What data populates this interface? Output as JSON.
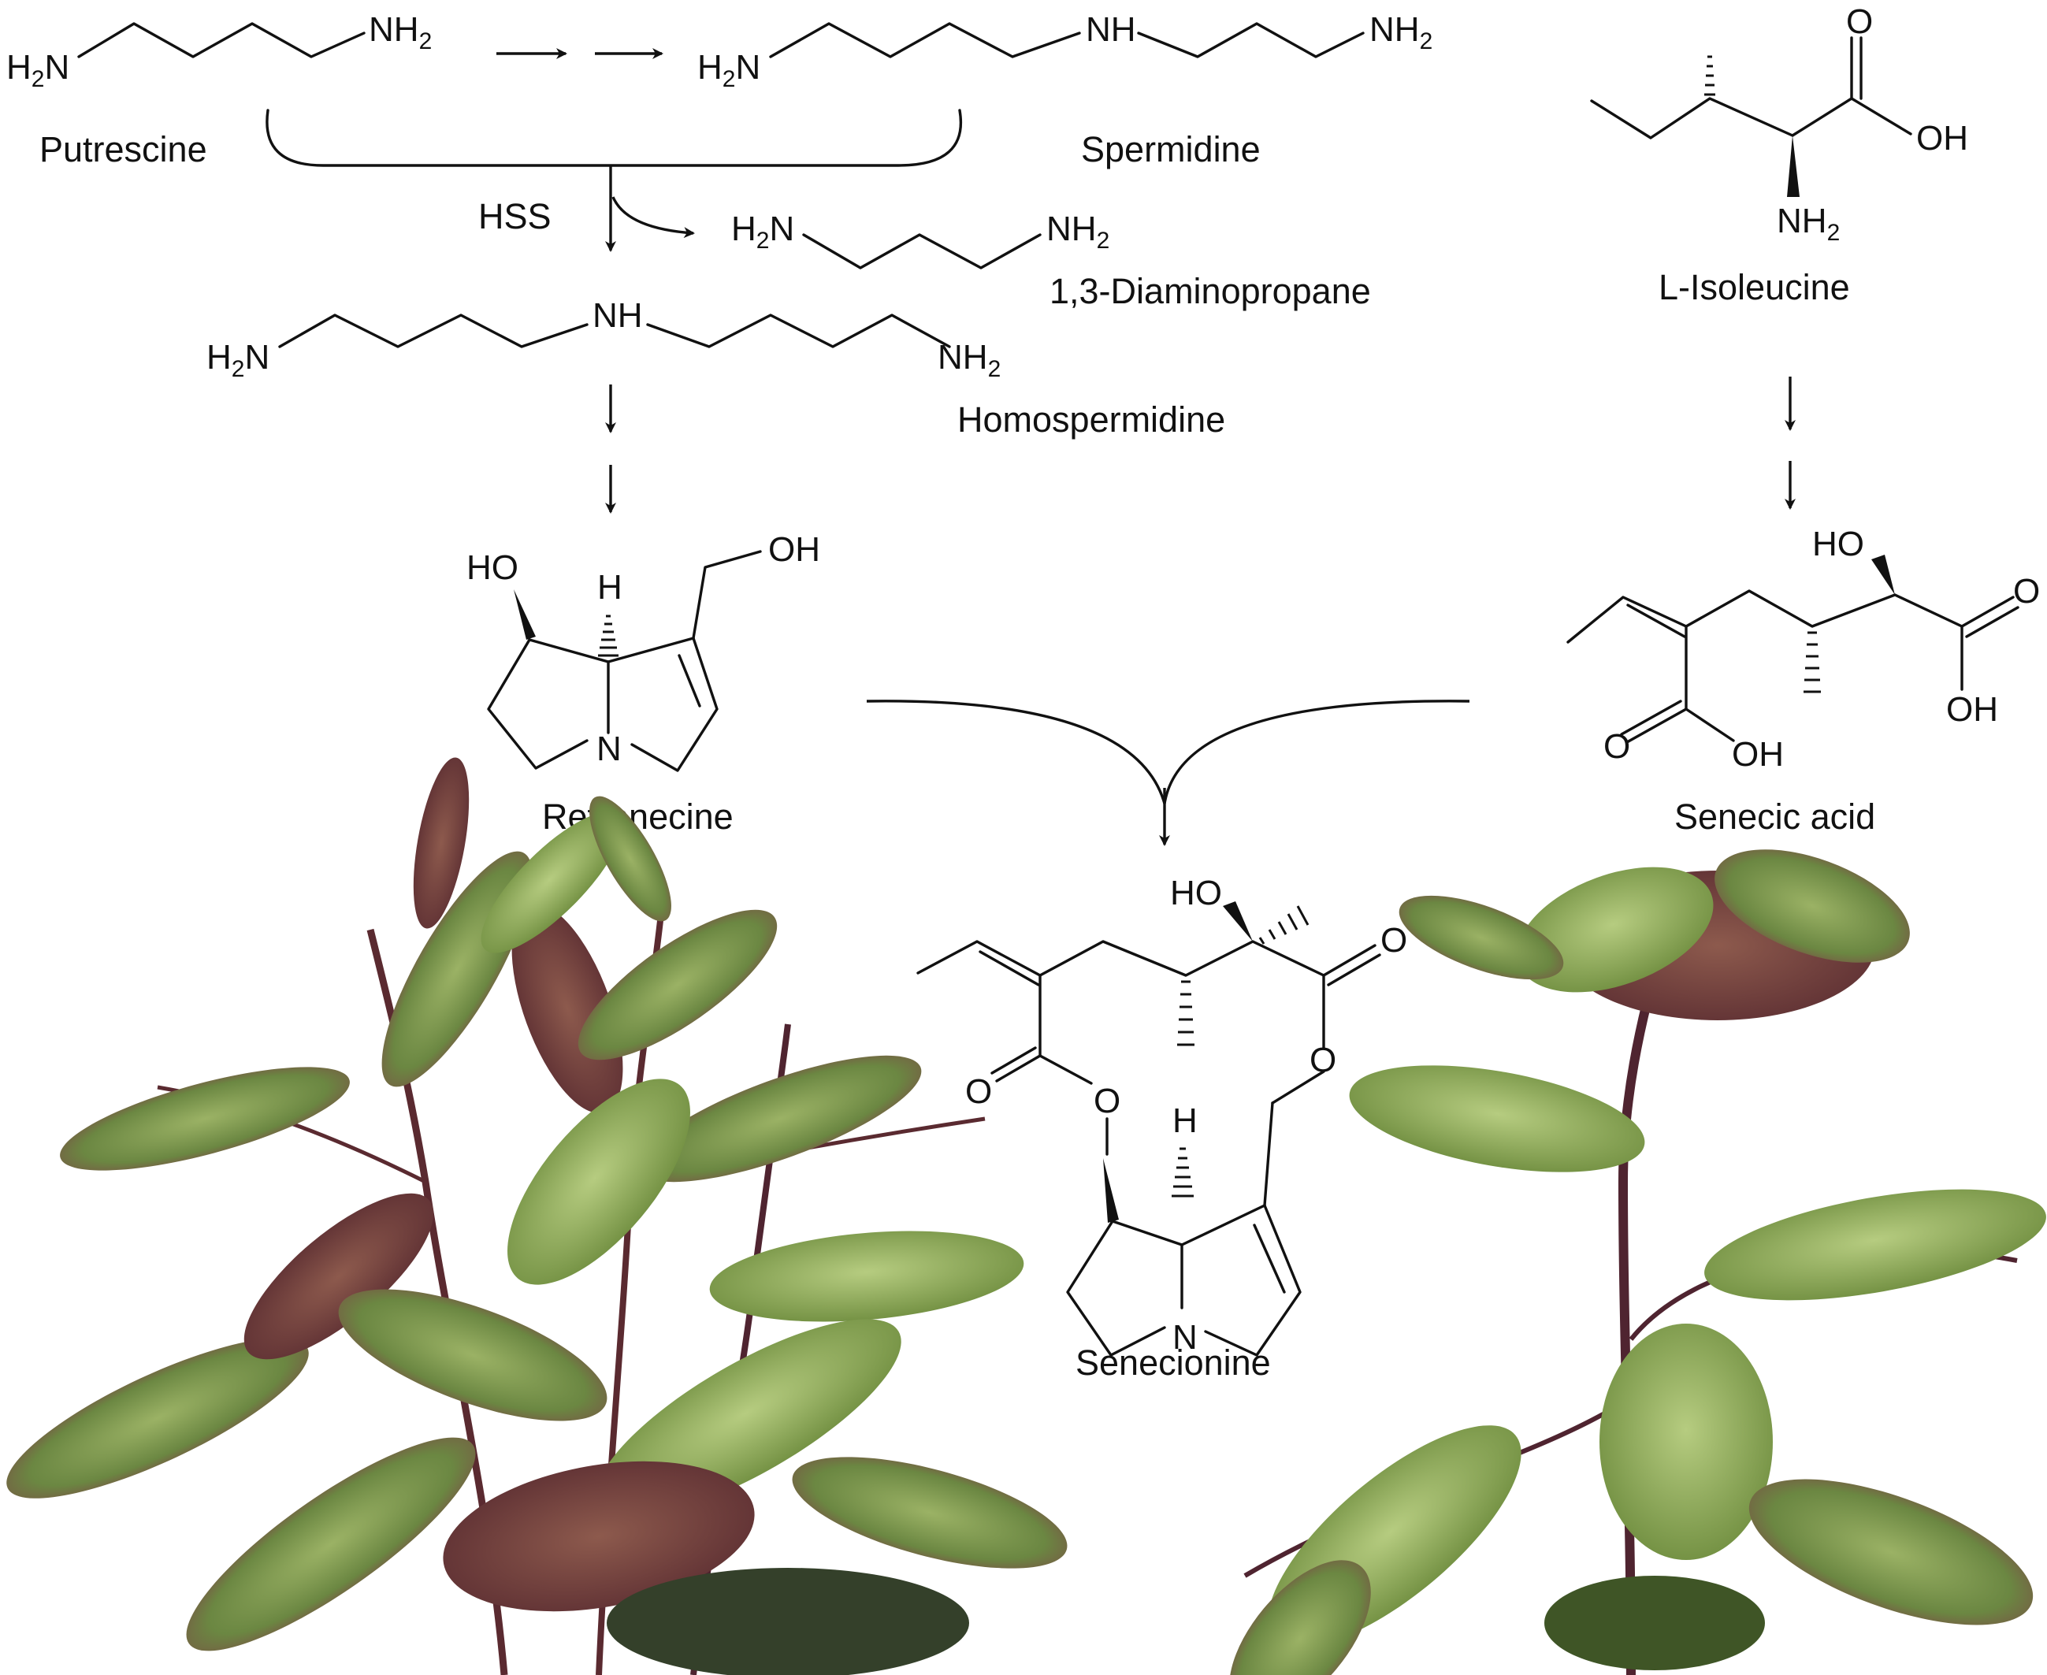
{
  "compounds": {
    "putrescine": "Putrescine",
    "spermidine": "Spermidine",
    "diaminopropane": "1,3-Diaminopropane",
    "homospermidine": "Homospermidine",
    "retronecine": "Retronecine",
    "isoleucine": "L-Isoleucine",
    "senecic_acid": "Senecic acid",
    "senecionine": "Senecionine"
  },
  "enzyme": "HSS",
  "atoms": {
    "h2n": "H",
    "h2n_sub": "2",
    "h2n_n": "N",
    "nh": "NH",
    "nh2": "NH",
    "nh2_sub": "2",
    "o": "O",
    "oh": "OH",
    "ho": "HO",
    "h": "H",
    "n": "N"
  },
  "photos": [
    {
      "name": "left-plant",
      "colors": {
        "leaf": "#5f7a3c",
        "leaf_light": "#8fa65a",
        "leaf_red": "#7a3f42",
        "stem": "#5a2a30"
      }
    },
    {
      "name": "right-plant",
      "colors": {
        "leaf": "#6a8a3e",
        "leaf_light": "#9ab868",
        "leaf_red": "#6e3a3c",
        "stem": "#4f2430"
      }
    }
  ]
}
